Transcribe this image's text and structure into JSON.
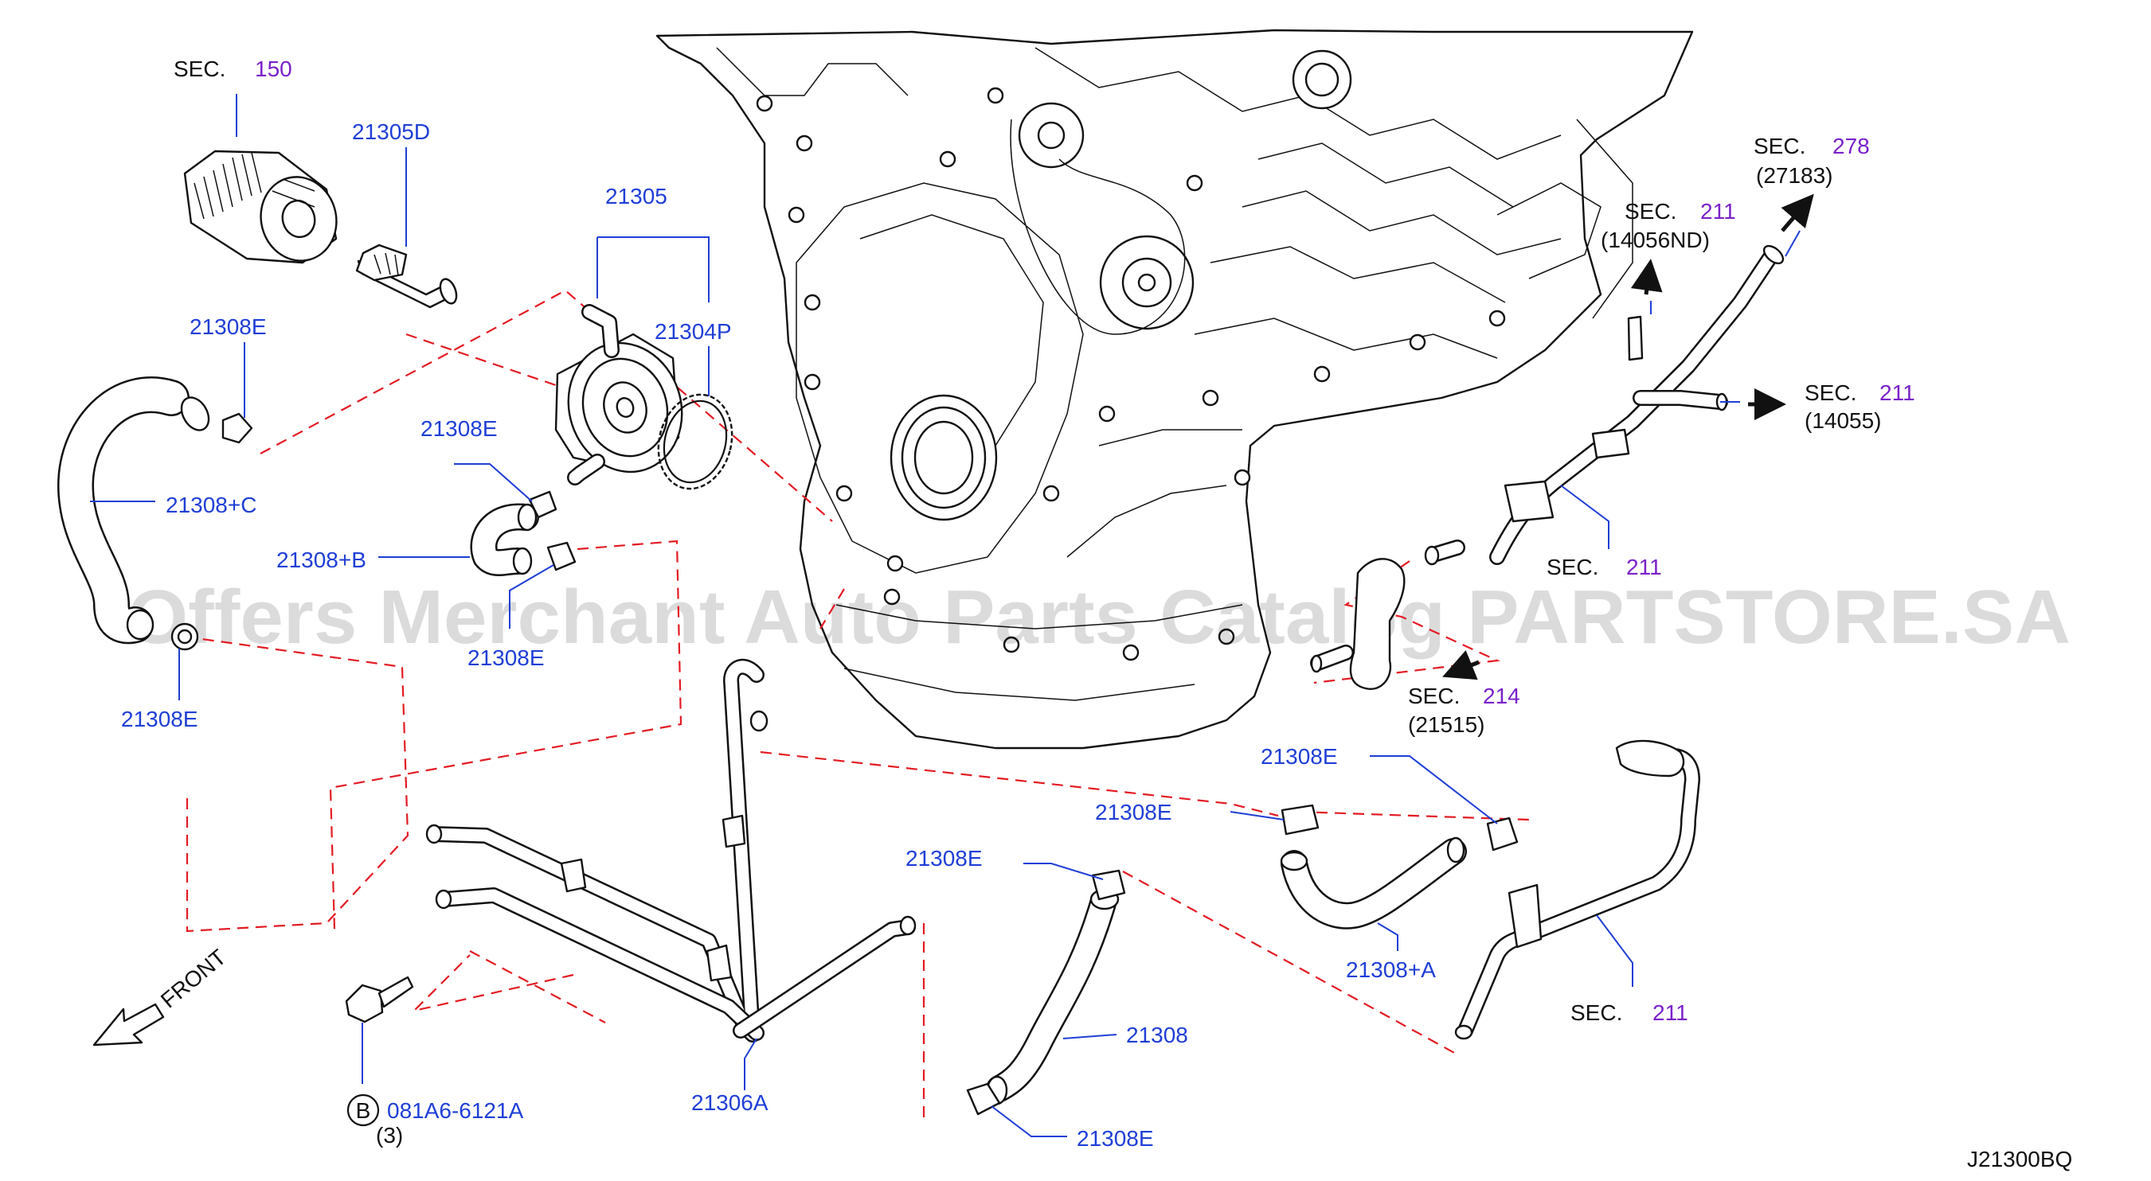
{
  "sections": {
    "sec_150": {
      "prefix": "SEC.",
      "number": "150"
    },
    "sec_278": {
      "prefix": "SEC.",
      "number": "278",
      "ref": "(27183)"
    },
    "sec_211_top": {
      "prefix": "SEC.",
      "number": "211",
      "ref": "(14056ND)"
    },
    "sec_211_right": {
      "prefix": "SEC.",
      "number": "211",
      "ref": "(14055)"
    },
    "sec_211_mid": {
      "prefix": "SEC.",
      "number": "211"
    },
    "sec_214": {
      "prefix": "SEC.",
      "number": "214",
      "ref": "(21515)"
    },
    "sec_211_bottom": {
      "prefix": "SEC.",
      "number": "211"
    }
  },
  "parts": {
    "p21305D": "21305D",
    "p21305": "21305",
    "p21304P": "21304P",
    "p21308E_a": "21308E",
    "p21308C": "21308+C",
    "p21308E_b": "21308E",
    "p21308B": "21308+B",
    "p21308E_c": "21308E",
    "p21308E_d": "21308E",
    "p21308E_e": "21308E",
    "p21308E_f": "21308E",
    "p21308E_g": "21308E",
    "p21308A": "21308+A",
    "p21308": "21308",
    "p21308E_h": "21308E",
    "p21306A": "21306A",
    "bolt": "081A6-6121A",
    "bolt_badge": "B",
    "bolt_qty": "(3)"
  },
  "front_label": "FRONT",
  "diagram_code": "J21300BQ",
  "watermark": "Offers Merchant Auto Parts Catalog PARTSTORE.SA",
  "colors": {
    "part_label": "#1f3fd6",
    "section_number": "#7a21c9",
    "dashed_leader": "#e31b23",
    "line_art": "#111111"
  }
}
